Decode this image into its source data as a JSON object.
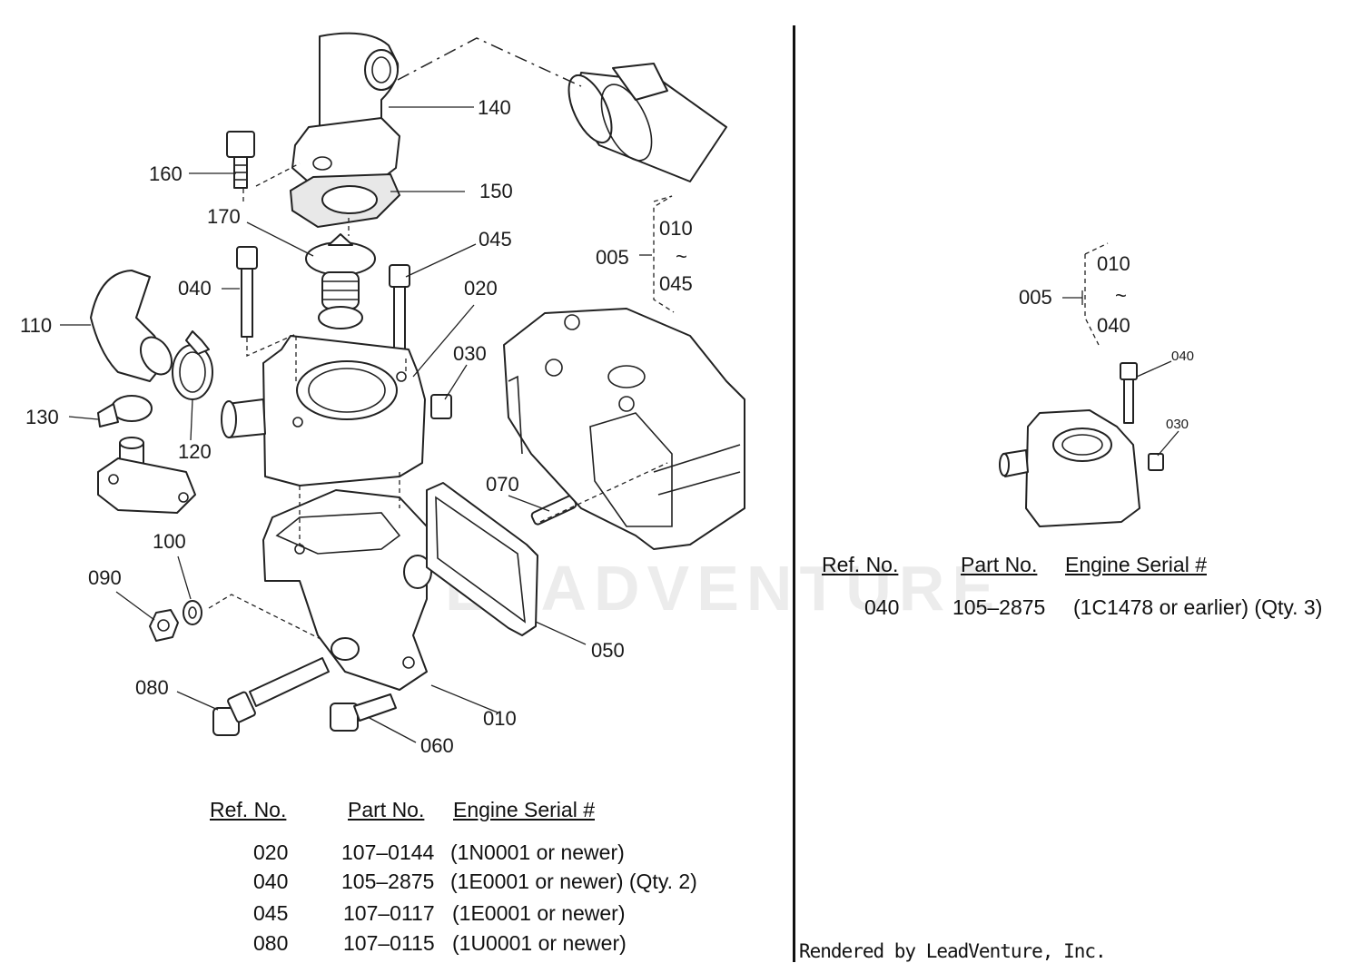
{
  "callouts_main": {
    "c140": "140",
    "c160": "160",
    "c150": "150",
    "c170": "170",
    "c045": "045",
    "c010": "010",
    "c005": "005",
    "c045b": "045",
    "c040": "040",
    "c020": "020",
    "c110": "110",
    "c030": "030",
    "c130": "130",
    "c120": "120",
    "c070": "070",
    "c100": "100",
    "c090": "090",
    "c050": "050",
    "c080": "080",
    "c010b": "010",
    "c060": "060",
    "tilde": "~"
  },
  "callouts_inset": {
    "c010": "010",
    "c005": "005",
    "c040": "040",
    "c040b": "040",
    "c030": "030",
    "tilde": "~"
  },
  "watermark": "LEADVENTURE",
  "table_main": {
    "headers": {
      "ref": "Ref. No.",
      "part": "Part No.",
      "serial": "Engine Serial #"
    },
    "rows": [
      {
        "ref": "020",
        "part": "107–0144",
        "serial": "(1N0001 or newer)"
      },
      {
        "ref": "040",
        "part": "105–2875",
        "serial": " (1E0001 or newer) (Qty. 2)"
      },
      {
        "ref": "045",
        "part": "107–0117",
        "serial": "(1E0001 or newer)"
      },
      {
        "ref": "080",
        "part": "107–0115",
        "serial": "(1U0001 or newer)"
      }
    ]
  },
  "table_inset": {
    "headers": {
      "ref": "Ref. No.",
      "part": "Part No.",
      "serial": "Engine Serial #"
    },
    "rows": [
      {
        "ref": "040",
        "part": "105–2875",
        "serial": "(1C1478 or earlier) (Qty. 3)"
      }
    ]
  },
  "credit": "Rendered by LeadVenture, Inc."
}
